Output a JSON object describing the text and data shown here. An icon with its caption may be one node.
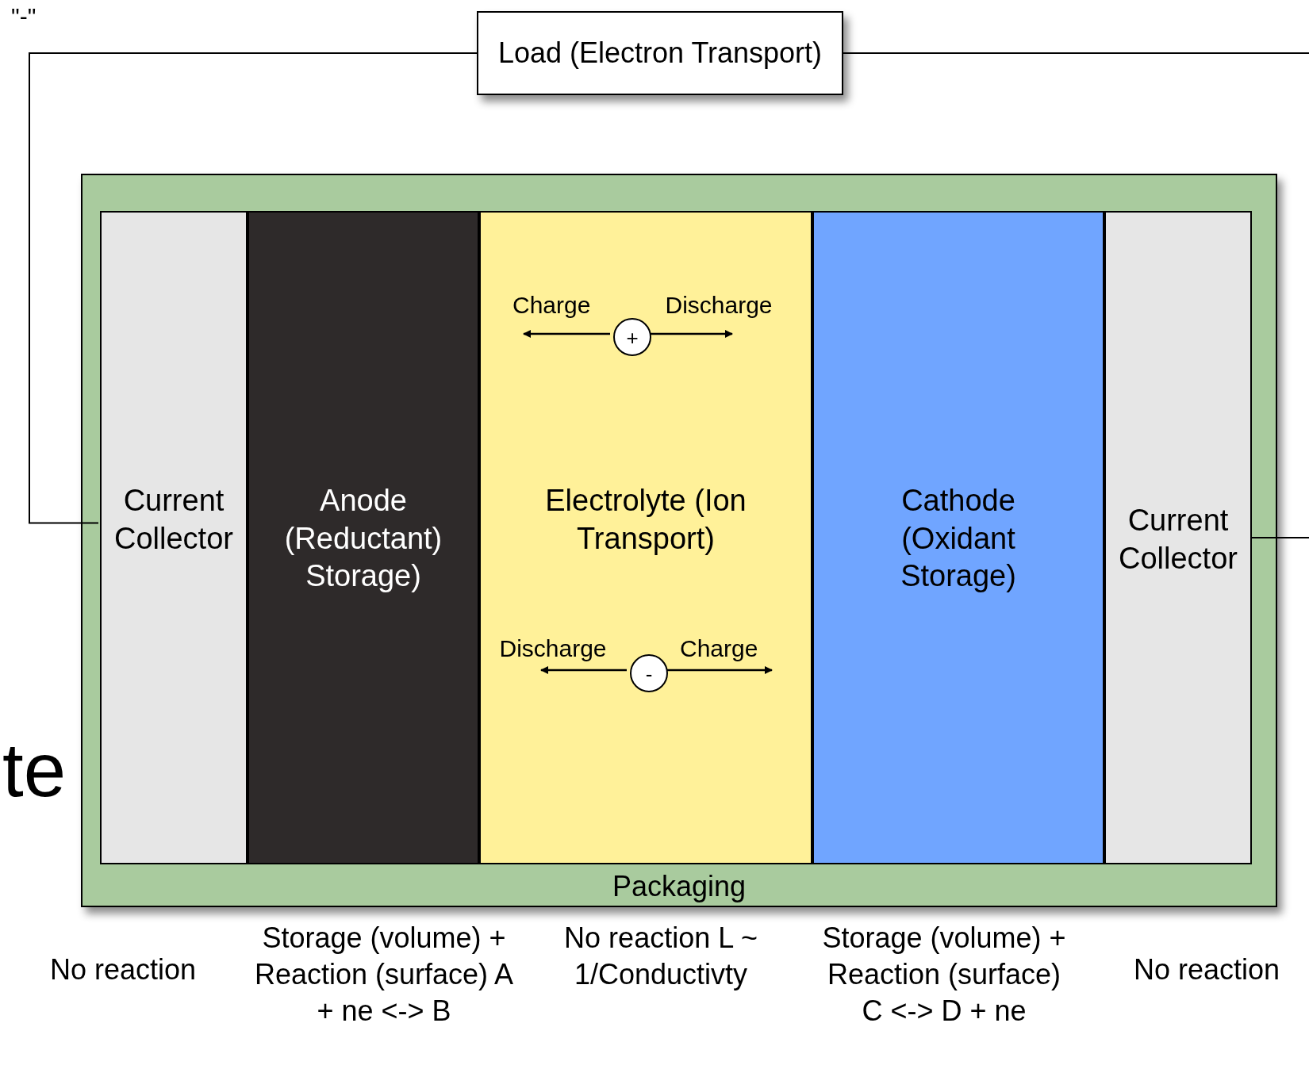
{
  "diagram": {
    "nodes": [
      {
        "text": [
          "Load (Electron Transport)"
        ]
      },
      {
        "text": [
          "Packaging"
        ]
      },
      {
        "text": [
          "Current Collector"
        ],
        "in": 1,
        "beside": [
          "No reaction"
        ]
      },
      {
        "text": [
          "Anode (Reductant) Storage)"
        ],
        "in": 1,
        "beside": [
          "Storage (volume) + Reaction (surface) A + ne <-> B"
        ]
      },
      {
        "text": [
          "Electrolyte (Ion Transport)"
        ],
        "in": 1,
        "beside": [
          "No reaction L ~ 1/Conductivty"
        ]
      },
      {
        "text": [
          "Cathode (Oxidant Storage)"
        ],
        "in": 1,
        "beside": [
          "Storage (volume) + Reaction (surface) C <-> D + ne"
        ]
      },
      {
        "text": [
          "Current Collector"
        ],
        "in": 1,
        "beside": [
          "No reaction"
        ]
      },
      {
        "text": [
          "+"
        ],
        "in": 4
      },
      {
        "text": [
          "-"
        ],
        "in": 4
      }
    ],
    "edges": [
      {
        "from": 0,
        "to": 2,
        "arrow": "none"
      },
      {
        "from": 0,
        "to": null,
        "arrow": "none"
      },
      {
        "from": 6,
        "to": null,
        "arrow": "none"
      },
      {
        "from": 7,
        "to": null,
        "arrow": "to",
        "label": "Charge"
      },
      {
        "from": 7,
        "to": null,
        "arrow": "to",
        "label": "Discharge"
      },
      {
        "from": 8,
        "to": null,
        "arrow": "to",
        "label": "Discharge"
      },
      {
        "from": 8,
        "to": null,
        "arrow": "to",
        "label": "Charge"
      }
    ],
    "labels": [
      "\"-\"",
      "te"
    ]
  }
}
